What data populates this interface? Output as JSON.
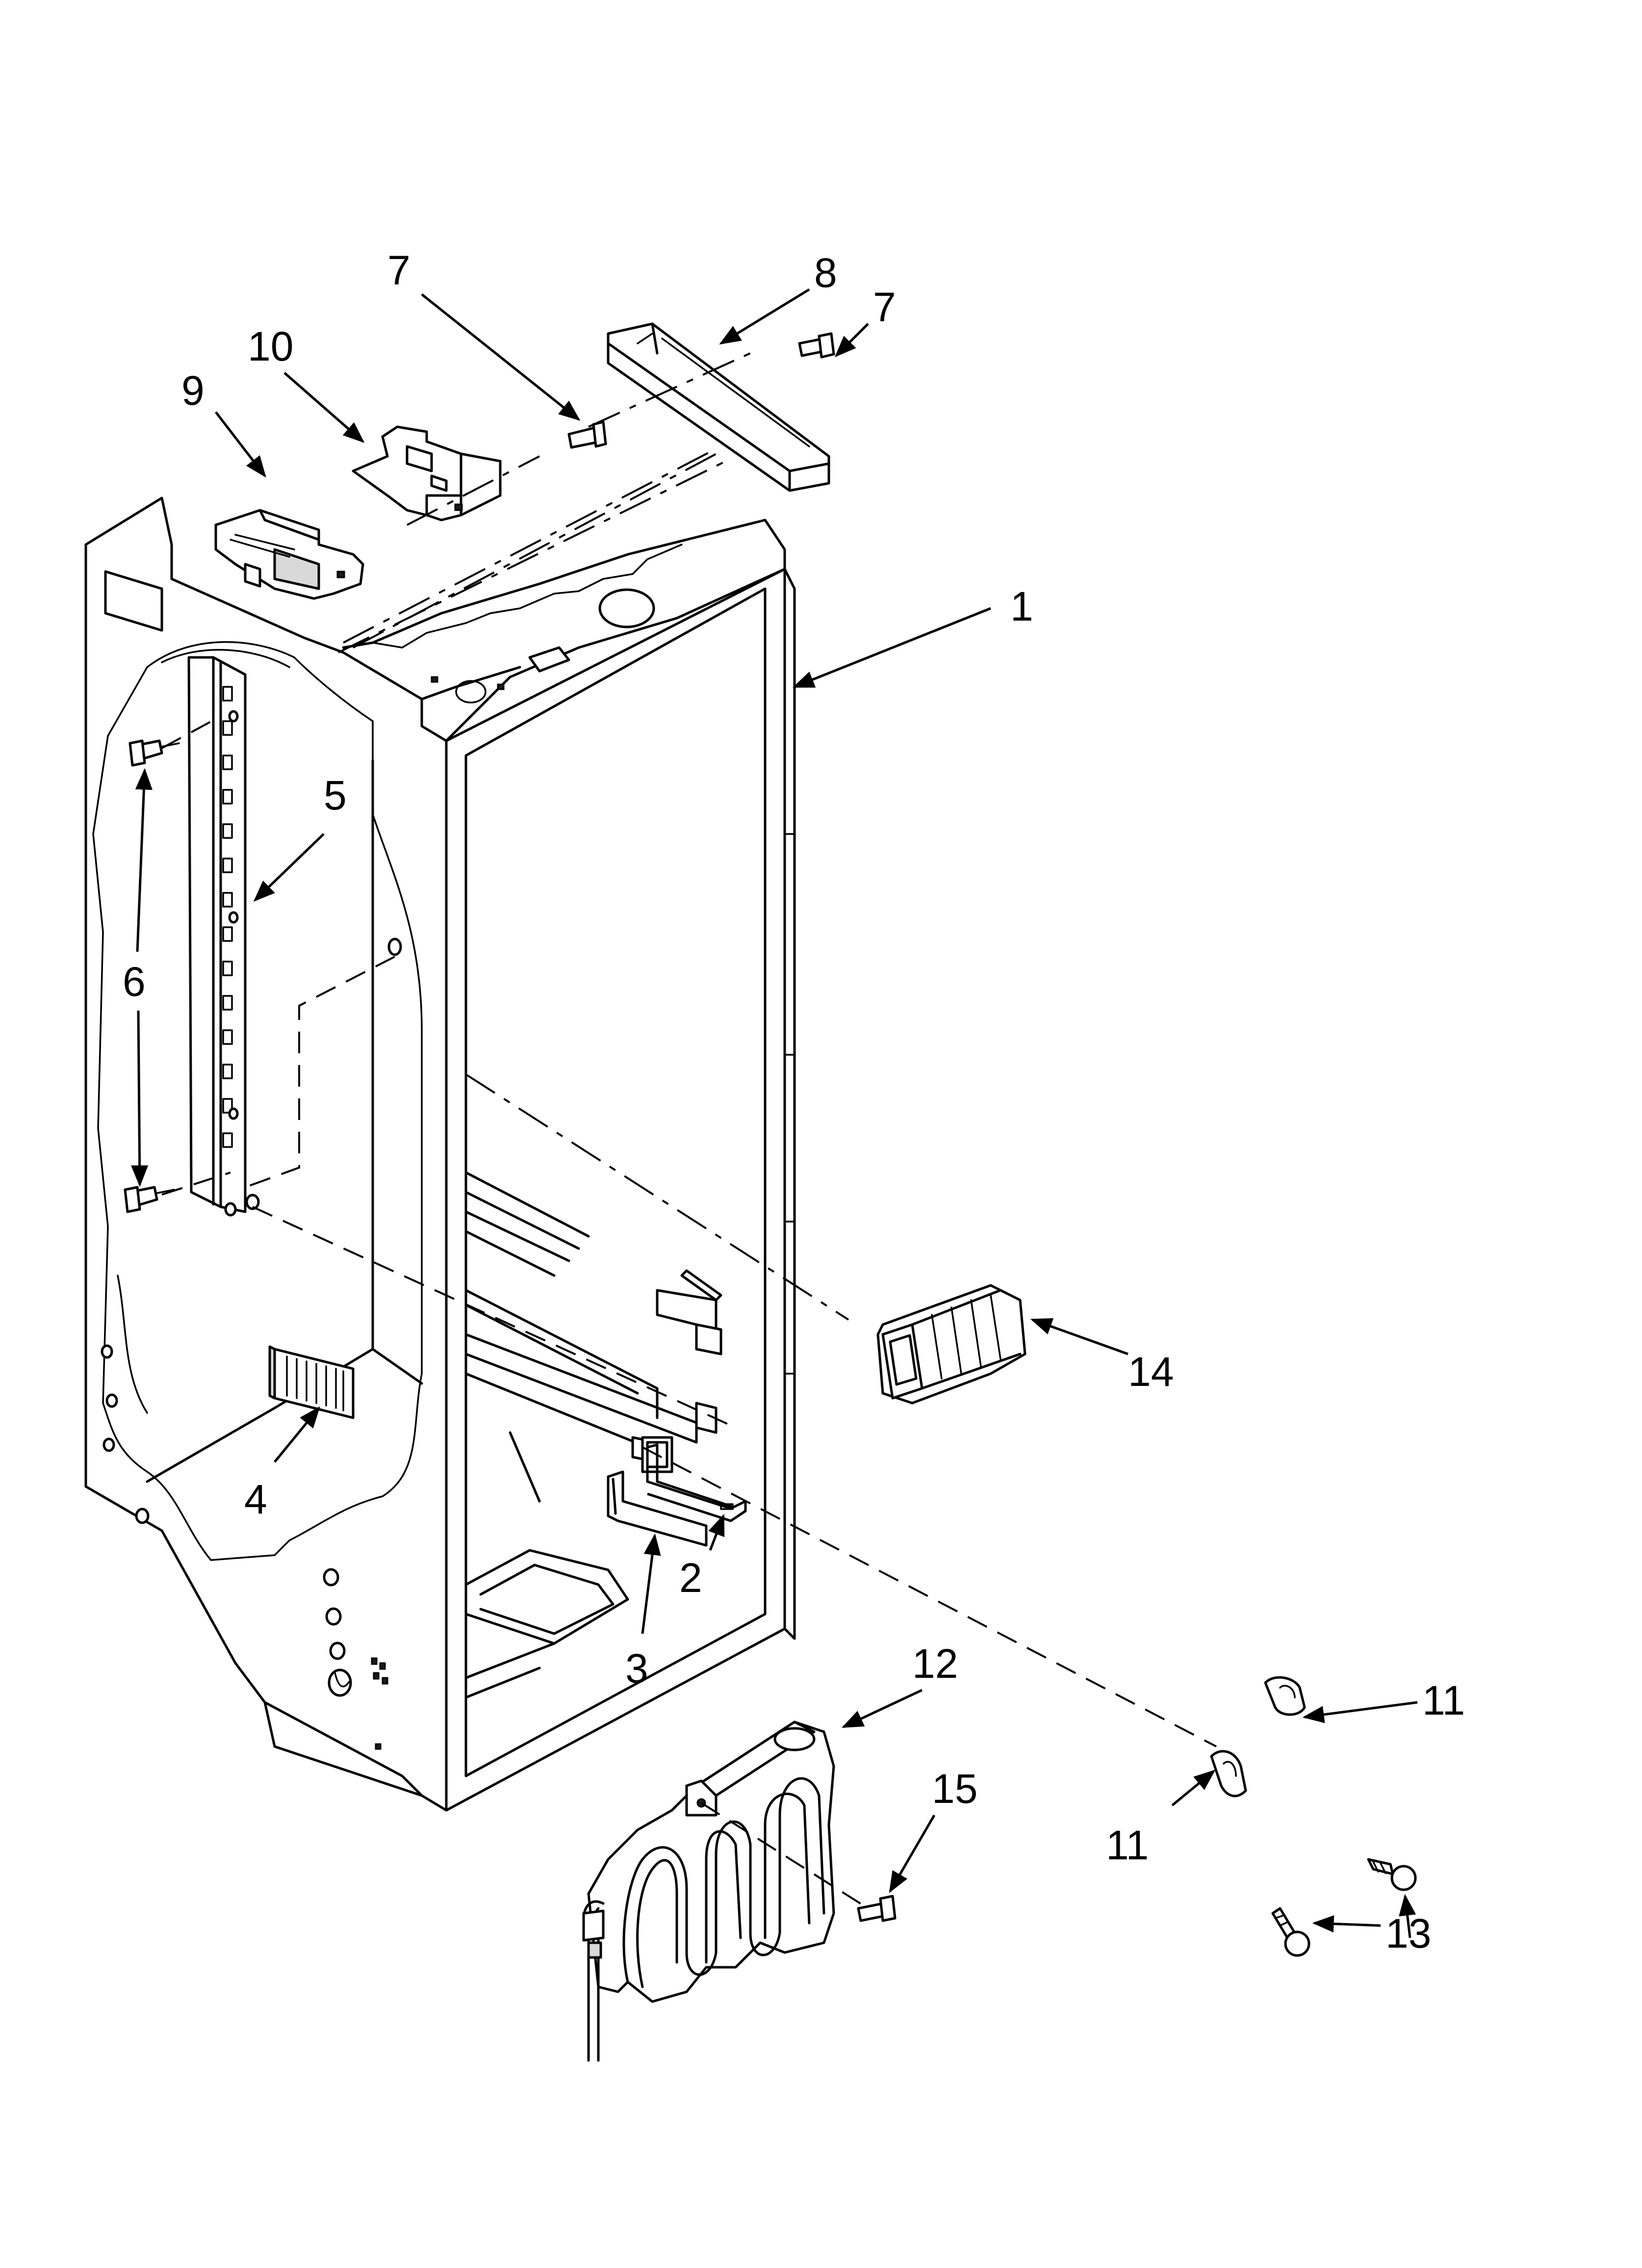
{
  "callouts": {
    "c1": "1",
    "c2": "2",
    "c3": "3",
    "c4": "4",
    "c5": "5",
    "c6": "6",
    "c7a": "7",
    "c7b": "7",
    "c8": "8",
    "c9": "9",
    "c10": "10",
    "c11a": "11",
    "c11b": "11",
    "c12": "12",
    "c13": "13",
    "c14": "14",
    "c15": "15"
  }
}
